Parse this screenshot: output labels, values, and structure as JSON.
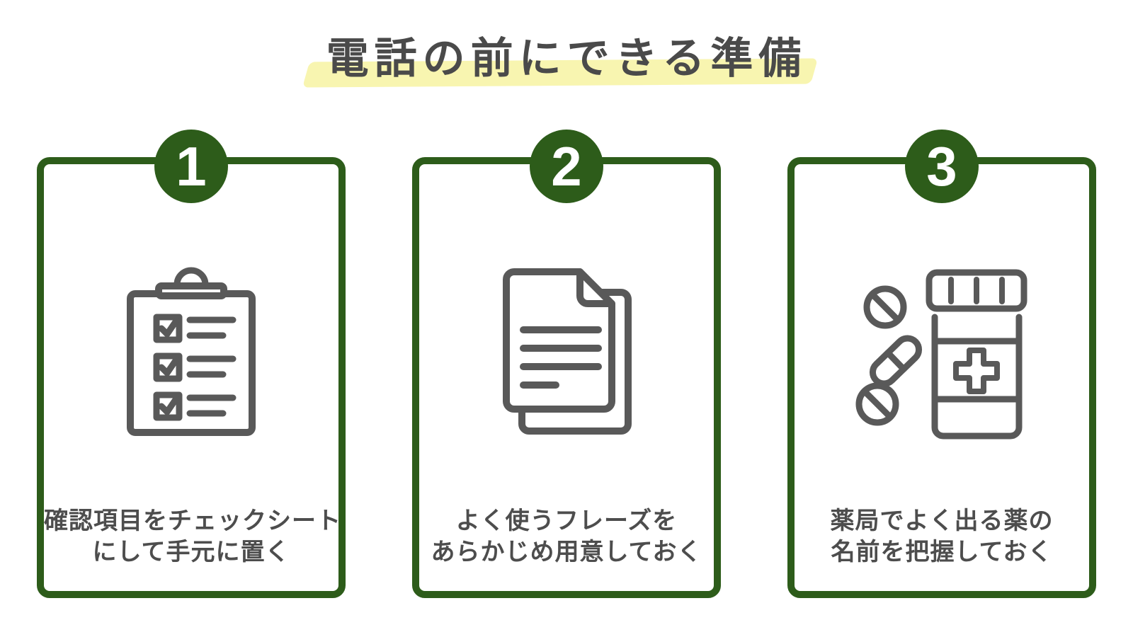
{
  "page": {
    "title": "電話の前にできる準備",
    "background_color": "#ffffff",
    "title_color": "#4a4a4a",
    "highlight_color": "#f8f5b0",
    "accent_green": "#2d5c1a",
    "caption_color": "#4d4d4d",
    "icon_stroke_color": "#595959"
  },
  "cards": [
    {
      "number": "1",
      "icon": "clipboard-checklist-icon",
      "caption_line1": "確認項目をチェックシート",
      "caption_line2": "にして手元に置く"
    },
    {
      "number": "2",
      "icon": "documents-icon",
      "caption_line1": "よく使うフレーズを",
      "caption_line2": "あらかじめ用意しておく"
    },
    {
      "number": "3",
      "icon": "medicine-pills-icon",
      "caption_line1": "薬局でよく出る薬の",
      "caption_line2": "名前を把握しておく"
    }
  ]
}
